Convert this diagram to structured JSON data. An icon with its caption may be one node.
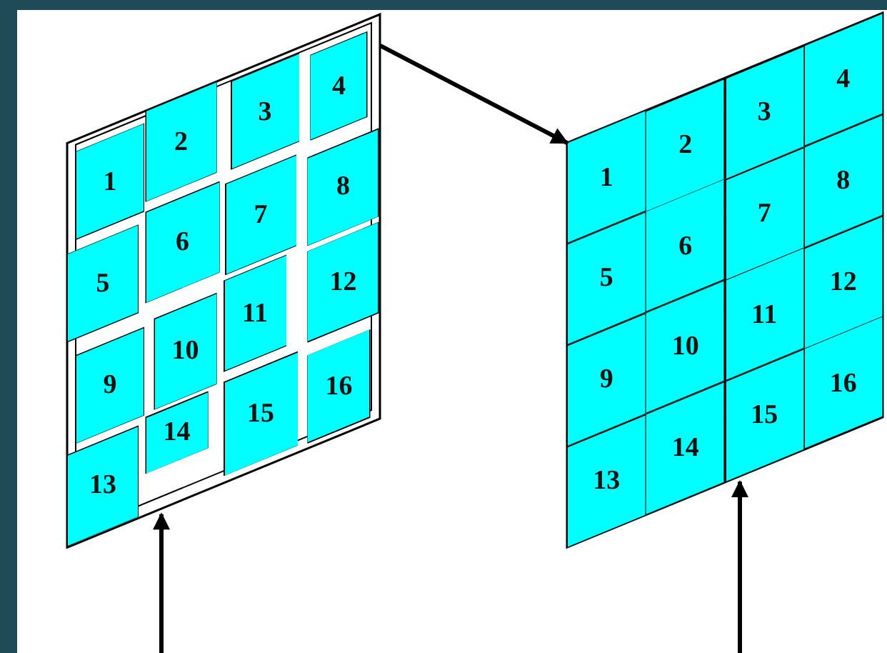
{
  "diagram": {
    "nodes": [
      {
        "text": [],
        "shape": "box"
      },
      {
        "text": [
          "1"
        ],
        "in": 0
      },
      {
        "text": [
          "2"
        ],
        "in": 0
      },
      {
        "text": [
          "3"
        ],
        "in": 0
      },
      {
        "text": [
          "4"
        ],
        "in": 0
      },
      {
        "text": [
          "5"
        ],
        "in": 0
      },
      {
        "text": [
          "6"
        ],
        "in": 0
      },
      {
        "text": [
          "7"
        ],
        "in": 0
      },
      {
        "text": [
          "8"
        ],
        "in": 0
      },
      {
        "text": [
          "9"
        ],
        "in": 0
      },
      {
        "text": [
          "10"
        ],
        "in": 0
      },
      {
        "text": [
          "11"
        ],
        "in": 0
      },
      {
        "text": [
          "12"
        ],
        "in": 0
      },
      {
        "text": [
          "13"
        ],
        "in": 0
      },
      {
        "text": [
          "14"
        ],
        "in": 0
      },
      {
        "text": [
          "15"
        ],
        "in": 0
      },
      {
        "text": [
          "16"
        ],
        "in": 0
      },
      {
        "text": [],
        "shape": "box"
      },
      {
        "text": [
          "1"
        ],
        "in": 17
      },
      {
        "text": [
          "2"
        ],
        "in": 17
      },
      {
        "text": [
          "3"
        ],
        "in": 17
      },
      {
        "text": [
          "4"
        ],
        "in": 17
      },
      {
        "text": [
          "5"
        ],
        "in": 17
      },
      {
        "text": [
          "6"
        ],
        "in": 17
      },
      {
        "text": [
          "7"
        ],
        "in": 17
      },
      {
        "text": [
          "8"
        ],
        "in": 17
      },
      {
        "text": [
          "9"
        ],
        "in": 17
      },
      {
        "text": [
          "10"
        ],
        "in": 17
      },
      {
        "text": [
          "11"
        ],
        "in": 17
      },
      {
        "text": [
          "12"
        ],
        "in": 17
      },
      {
        "text": [
          "13"
        ],
        "in": 17
      },
      {
        "text": [
          "14"
        ],
        "in": 17
      },
      {
        "text": [
          "15"
        ],
        "in": 17
      },
      {
        "text": [
          "16"
        ],
        "in": 17
      }
    ],
    "edges": [
      {
        "from": 0,
        "to": 17,
        "arrow": "to"
      },
      {
        "from": null,
        "to": 0,
        "arrow": "to"
      },
      {
        "from": null,
        "to": 17,
        "arrow": "to"
      }
    ]
  }
}
